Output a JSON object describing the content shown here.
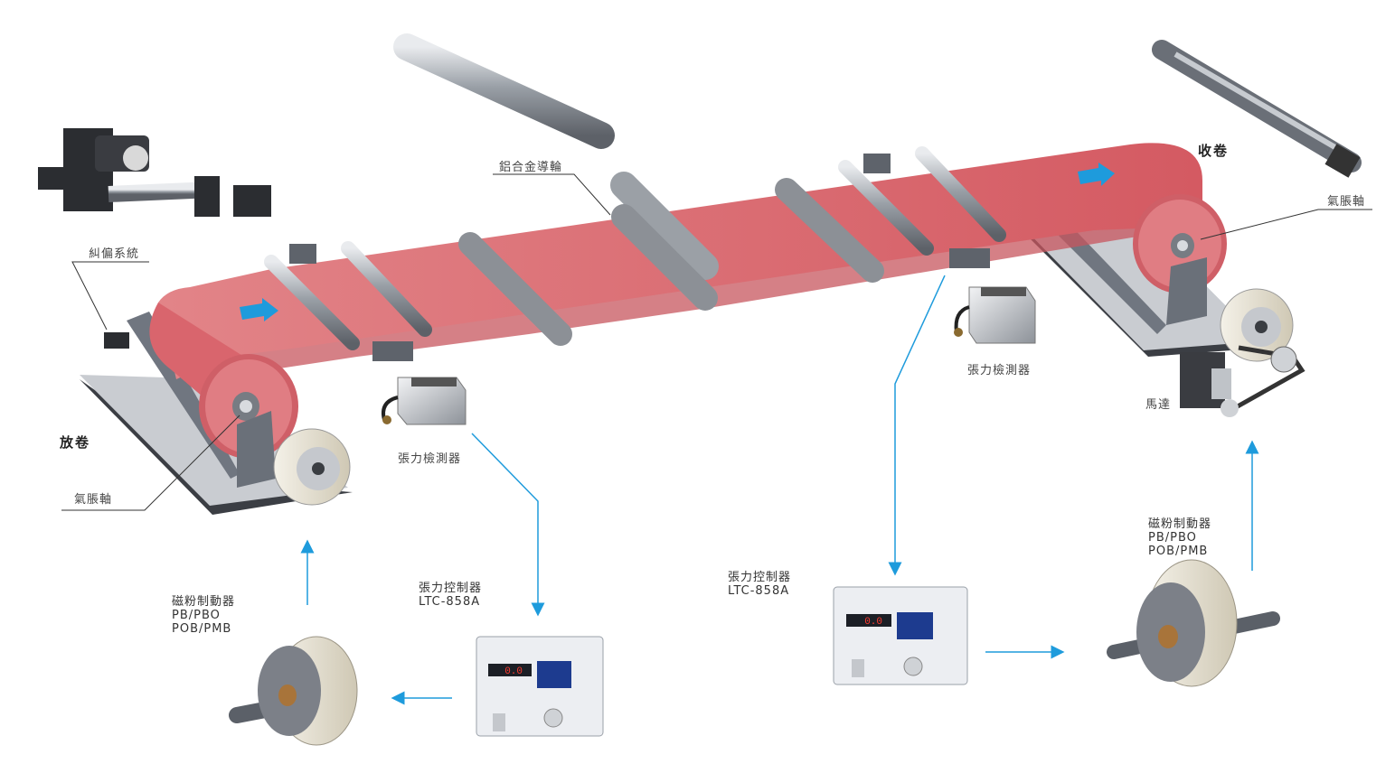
{
  "labels": {
    "unwind": "放卷",
    "rewind": "收卷",
    "air_shaft_left": "氣脹軸",
    "air_shaft_right": "氣脹軸",
    "guide_system": "糾偏系統",
    "alu_roller": "鋁合金導輪",
    "tension_sensor_left": "張力檢測器",
    "tension_sensor_right": "張力檢測器",
    "motor": "馬達"
  },
  "brake_left": {
    "name": "磁粉制動器",
    "model1": "PB/PBO",
    "model2": "POB/PMB"
  },
  "brake_right": {
    "name": "磁粉制動器",
    "model1": "PB/PBO",
    "model2": "POB/PMB"
  },
  "controller_left": {
    "name": "張力控制器",
    "model": "LTC-858A",
    "display": "0.0"
  },
  "controller_right": {
    "name": "張力控制器",
    "model": "LTC-858A",
    "display": "0.0"
  },
  "colors": {
    "web": "#dc7378",
    "web_dark": "#c84f58",
    "roller": "#9ea2a8",
    "arrow": "#1e9bdc",
    "base": "#c9ccd1",
    "controller": "#eceef2",
    "screen": "#1d3b8f"
  }
}
